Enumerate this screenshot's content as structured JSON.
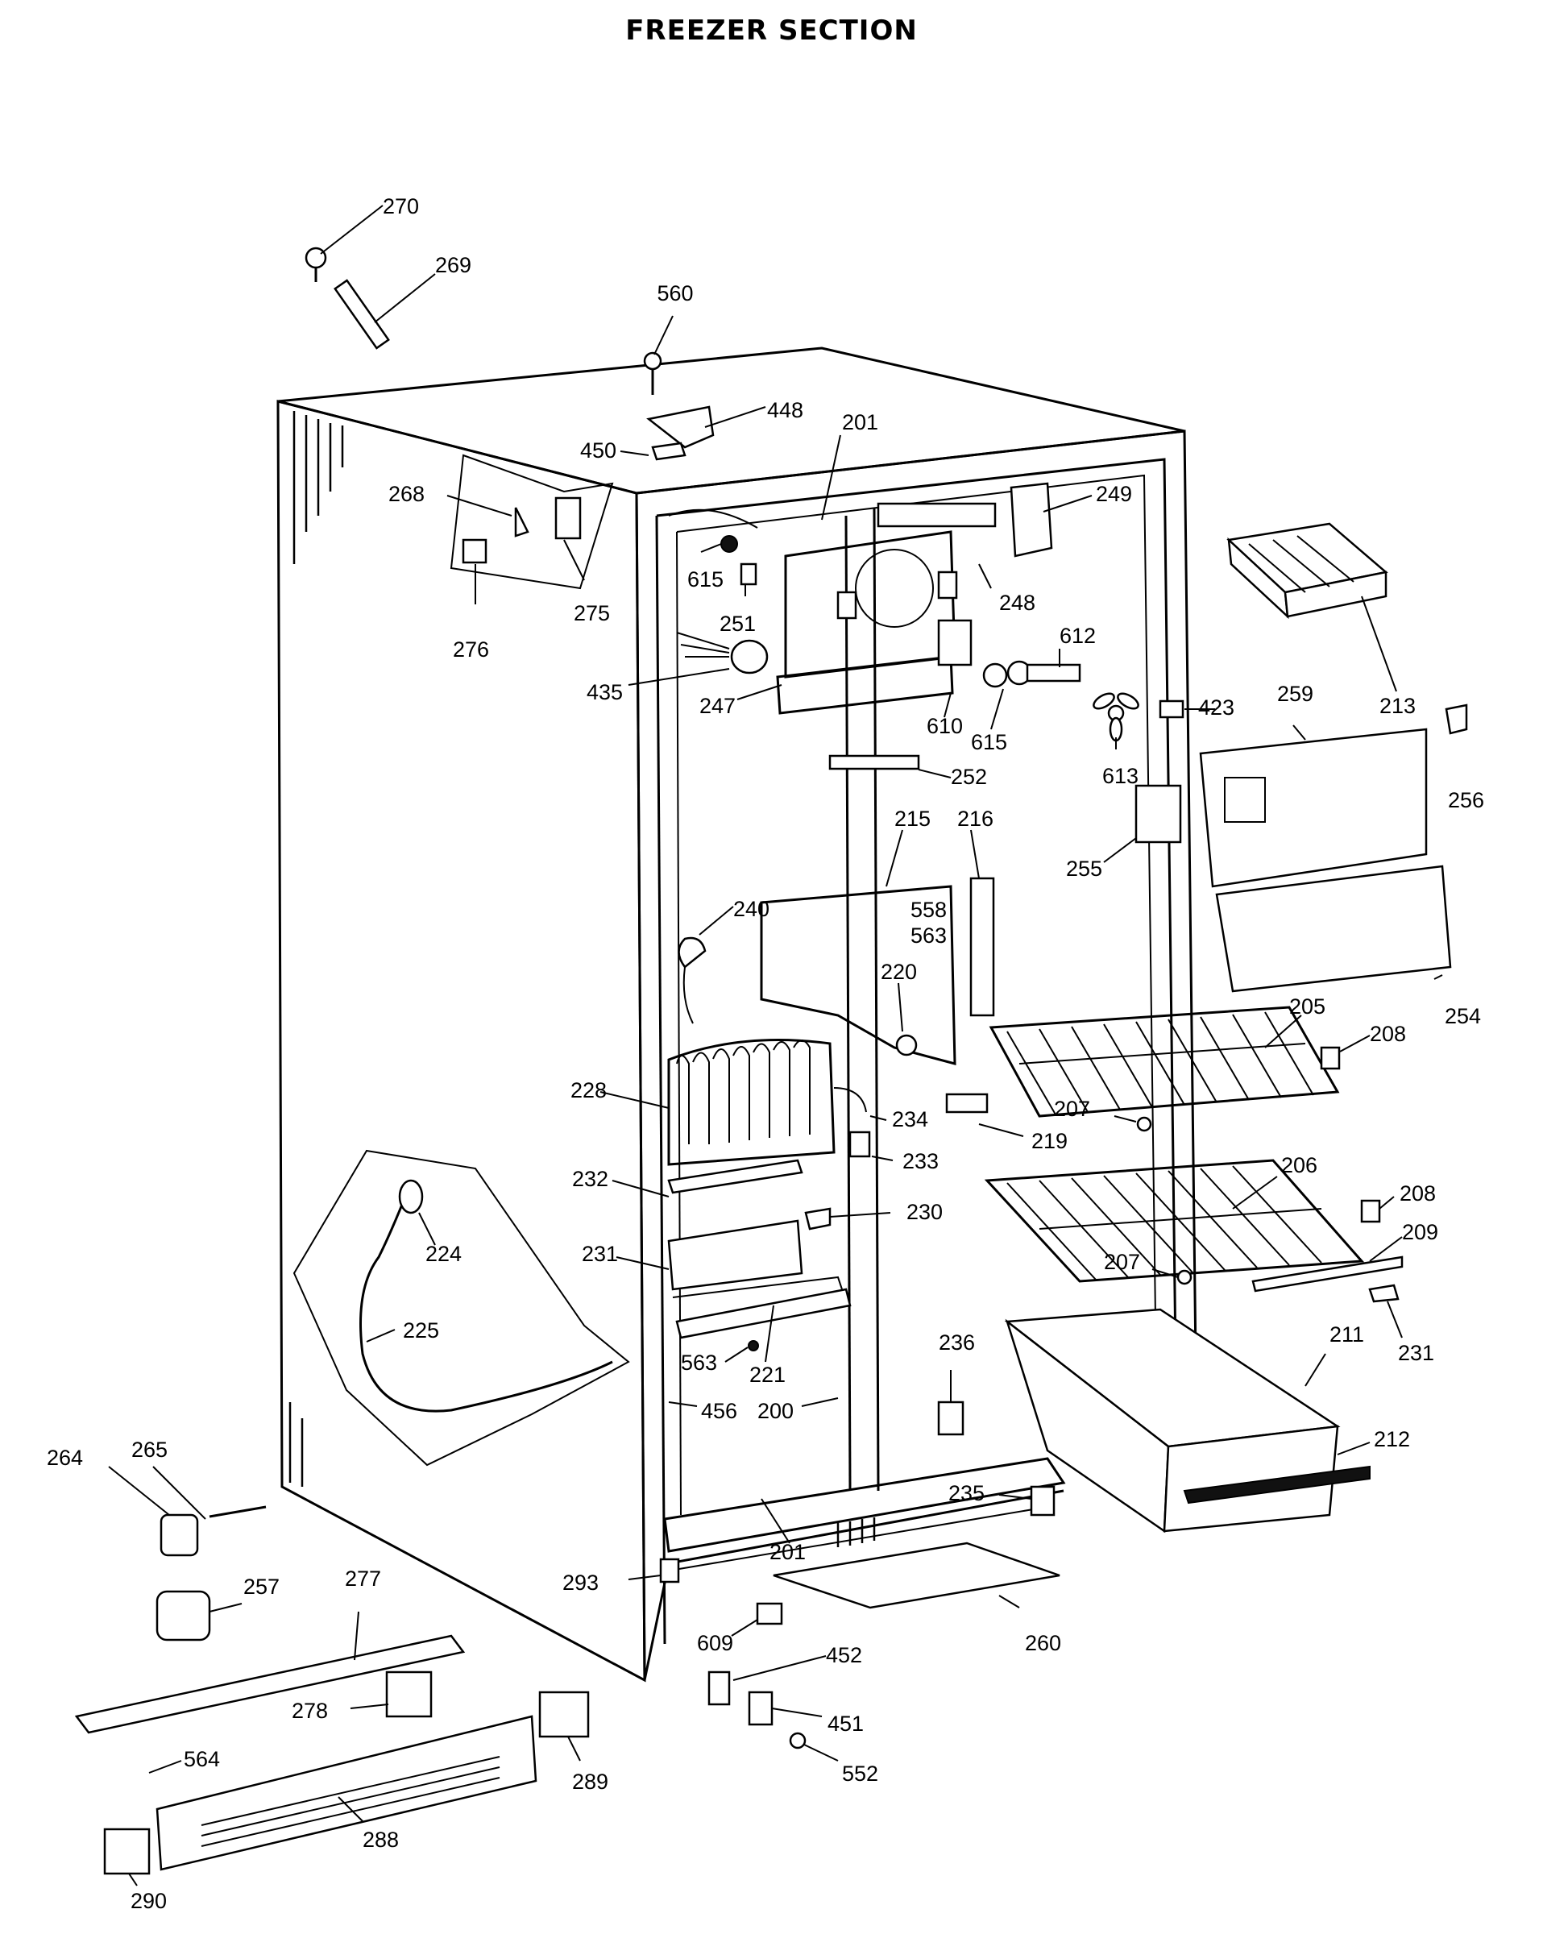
{
  "title": "FREEZER SECTION",
  "callouts": [
    {
      "id": "c270",
      "text": "270"
    },
    {
      "id": "c269",
      "text": "269"
    },
    {
      "id": "c560",
      "text": "560"
    },
    {
      "id": "c448",
      "text": "448"
    },
    {
      "id": "c450",
      "text": "450"
    },
    {
      "id": "c201a",
      "text": "201"
    },
    {
      "id": "c249",
      "text": "249"
    },
    {
      "id": "c268",
      "text": "268"
    },
    {
      "id": "c615a",
      "text": "615"
    },
    {
      "id": "c251",
      "text": "251"
    },
    {
      "id": "c248",
      "text": "248"
    },
    {
      "id": "c213",
      "text": "213"
    },
    {
      "id": "c276",
      "text": "276"
    },
    {
      "id": "c275",
      "text": "275"
    },
    {
      "id": "c612",
      "text": "612"
    },
    {
      "id": "c435",
      "text": "435"
    },
    {
      "id": "c247",
      "text": "247"
    },
    {
      "id": "c610",
      "text": "610"
    },
    {
      "id": "c615b",
      "text": "615"
    },
    {
      "id": "c423",
      "text": "423"
    },
    {
      "id": "c259",
      "text": "259"
    },
    {
      "id": "c256",
      "text": "256"
    },
    {
      "id": "c613",
      "text": "613"
    },
    {
      "id": "c252",
      "text": "252"
    },
    {
      "id": "c215",
      "text": "215"
    },
    {
      "id": "c216",
      "text": "216"
    },
    {
      "id": "c255",
      "text": "255"
    },
    {
      "id": "c240",
      "text": "240"
    },
    {
      "id": "c558",
      "text": "558"
    },
    {
      "id": "c563a",
      "text": "563"
    },
    {
      "id": "c220",
      "text": "220"
    },
    {
      "id": "c254",
      "text": "254"
    },
    {
      "id": "c205",
      "text": "205"
    },
    {
      "id": "c208a",
      "text": "208"
    },
    {
      "id": "c228",
      "text": "228"
    },
    {
      "id": "c207a",
      "text": "207"
    },
    {
      "id": "c234",
      "text": "234"
    },
    {
      "id": "c219",
      "text": "219"
    },
    {
      "id": "c233",
      "text": "233"
    },
    {
      "id": "c206",
      "text": "206"
    },
    {
      "id": "c232",
      "text": "232"
    },
    {
      "id": "c208b",
      "text": "208"
    },
    {
      "id": "c230",
      "text": "230"
    },
    {
      "id": "c209",
      "text": "209"
    },
    {
      "id": "c224",
      "text": "224"
    },
    {
      "id": "c231a",
      "text": "231"
    },
    {
      "id": "c207b",
      "text": "207"
    },
    {
      "id": "c225",
      "text": "225"
    },
    {
      "id": "c231b",
      "text": "231"
    },
    {
      "id": "c211",
      "text": "211"
    },
    {
      "id": "c236",
      "text": "236"
    },
    {
      "id": "c563b",
      "text": "563"
    },
    {
      "id": "c221",
      "text": "221"
    },
    {
      "id": "c456",
      "text": "456"
    },
    {
      "id": "c200",
      "text": "200"
    },
    {
      "id": "c212",
      "text": "212"
    },
    {
      "id": "c264",
      "text": "264"
    },
    {
      "id": "c265",
      "text": "265"
    },
    {
      "id": "c235",
      "text": "235"
    },
    {
      "id": "c201b",
      "text": "201"
    },
    {
      "id": "c257",
      "text": "257"
    },
    {
      "id": "c277",
      "text": "277"
    },
    {
      "id": "c293",
      "text": "293"
    },
    {
      "id": "c260",
      "text": "260"
    },
    {
      "id": "c609",
      "text": "609"
    },
    {
      "id": "c452",
      "text": "452"
    },
    {
      "id": "c278",
      "text": "278"
    },
    {
      "id": "c451",
      "text": "451"
    },
    {
      "id": "c564",
      "text": "564"
    },
    {
      "id": "c289",
      "text": "289"
    },
    {
      "id": "c552",
      "text": "552"
    },
    {
      "id": "c288",
      "text": "288"
    },
    {
      "id": "c290",
      "text": "290"
    }
  ]
}
